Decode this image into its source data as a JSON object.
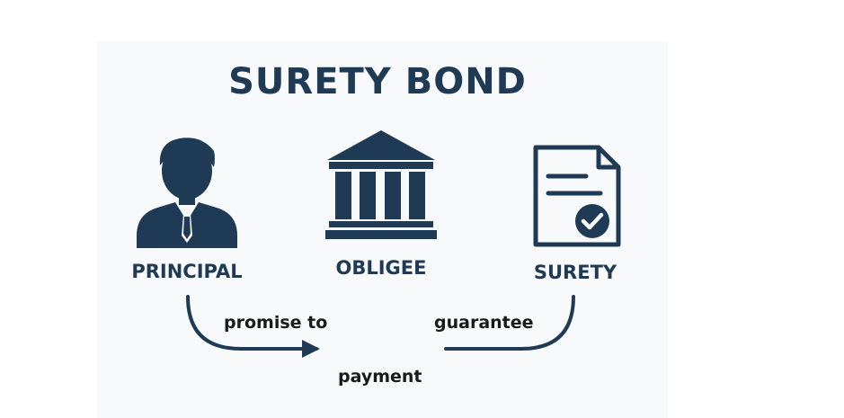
{
  "diagram": {
    "title": "SURETY BOND",
    "nodes": {
      "principal": {
        "label": "PRINCIPAL",
        "icon": "businessman-icon"
      },
      "obligee": {
        "label": "OBLIGEE",
        "icon": "bank-building-icon"
      },
      "surety": {
        "label": "SURETY",
        "icon": "document-check-icon"
      }
    },
    "flows": {
      "principal_to_obligee": {
        "label_line1": "promise to",
        "label_line2": "payment"
      },
      "surety_to_obligee": {
        "label": "guarantee"
      }
    },
    "colors": {
      "primary": "#1f3a55",
      "text": "#1a1a1a",
      "panel": "#f8f9fa",
      "background": "#ffffff"
    }
  }
}
